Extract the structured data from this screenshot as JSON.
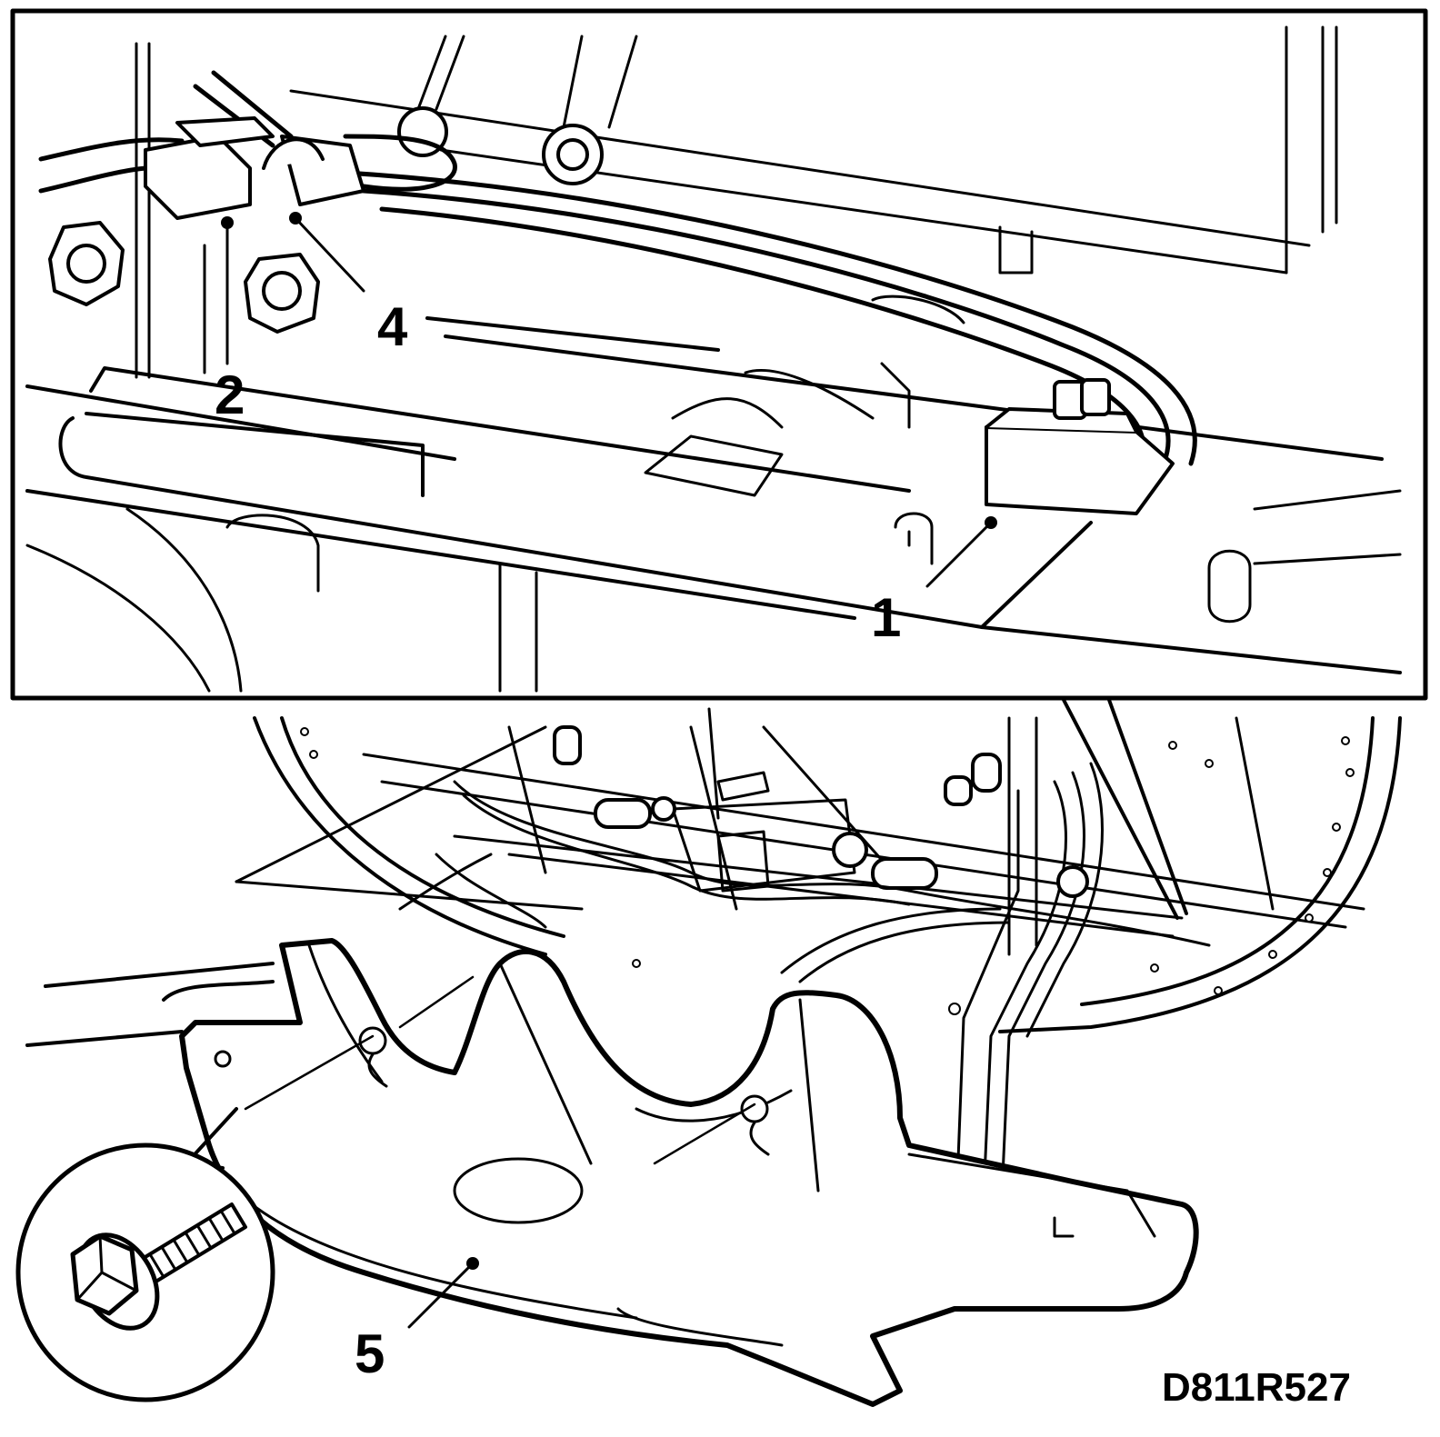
{
  "figure": {
    "code": "D811R527",
    "callouts": [
      {
        "id": "1",
        "label": "1"
      },
      {
        "id": "2",
        "label": "2"
      },
      {
        "id": "4",
        "label": "4"
      },
      {
        "id": "5",
        "label": "5"
      }
    ]
  },
  "colors": {
    "ink": "#000000",
    "paper": "#ffffff"
  },
  "icons": [
    "bolt-icon"
  ]
}
